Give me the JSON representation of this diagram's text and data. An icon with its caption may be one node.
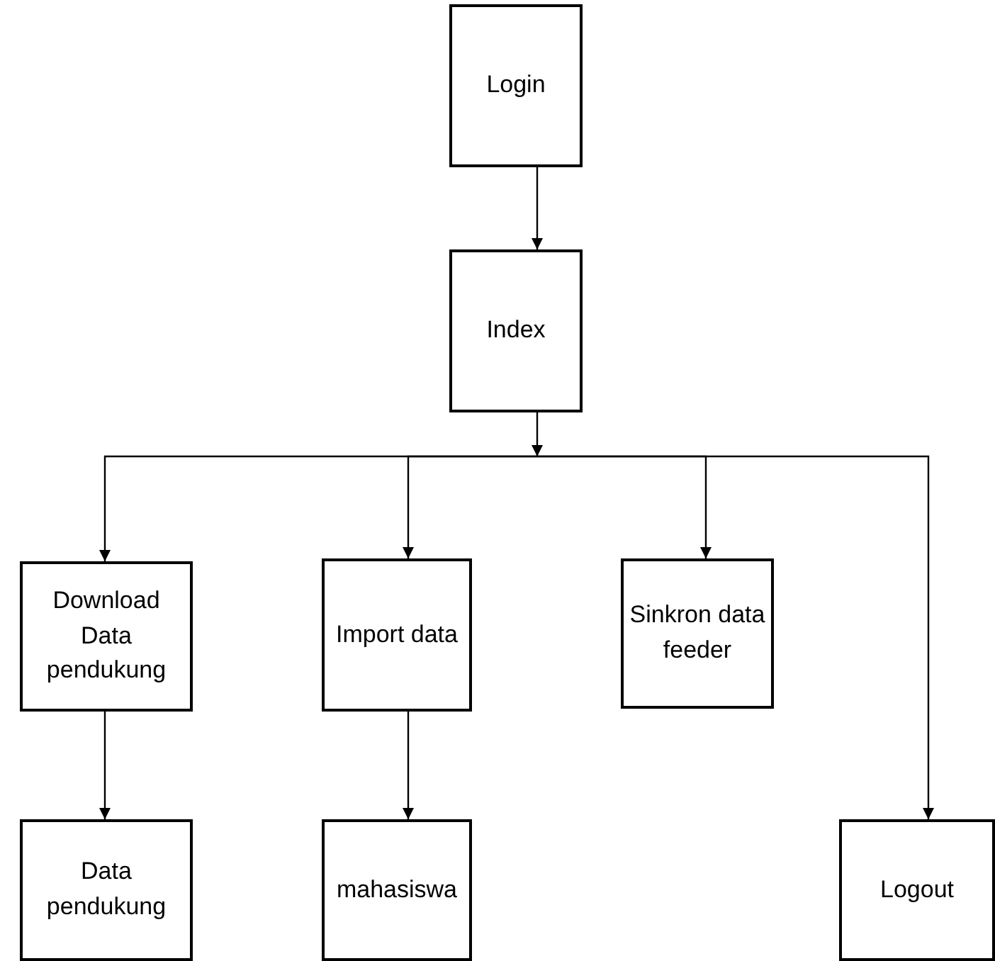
{
  "diagram": {
    "nodes": [
      {
        "text": [
          "Login"
        ]
      },
      {
        "text": [
          "Index"
        ]
      },
      {
        "text": [
          "Download Data pendukung"
        ]
      },
      {
        "text": [
          "Import data"
        ]
      },
      {
        "text": [
          "Sinkron data feeder"
        ]
      },
      {
        "text": [
          "Data pendukung"
        ]
      },
      {
        "text": [
          "mahasiswa"
        ]
      },
      {
        "text": [
          "Logout"
        ]
      }
    ],
    "edges": [
      {
        "from": 0,
        "to": 1,
        "arrow": "to"
      },
      {
        "from": 1,
        "to": 2,
        "arrow": "to"
      },
      {
        "from": 1,
        "to": 3,
        "arrow": "to"
      },
      {
        "from": 1,
        "to": 4,
        "arrow": "to"
      },
      {
        "from": 1,
        "to": 7,
        "arrow": "to"
      },
      {
        "from": 2,
        "to": 5,
        "arrow": "to"
      },
      {
        "from": 3,
        "to": 6,
        "arrow": "to"
      }
    ]
  }
}
